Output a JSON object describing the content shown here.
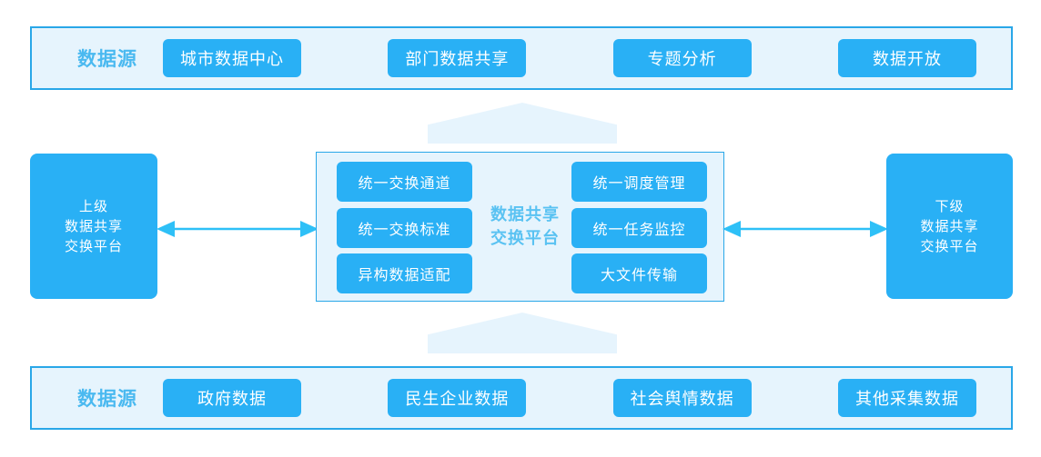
{
  "top_band": {
    "title": "数据源",
    "items": [
      {
        "label": "城市数据中心"
      },
      {
        "label": "部门数据共享"
      },
      {
        "label": "专题分析"
      },
      {
        "label": "数据开放"
      }
    ]
  },
  "bottom_band": {
    "title": "数据源",
    "items": [
      {
        "label": "政府数据"
      },
      {
        "label": "民生企业数据"
      },
      {
        "label": "社会舆情数据"
      },
      {
        "label": "其他采集数据"
      }
    ]
  },
  "left_platform": {
    "line1": "上级",
    "line2": "数据共享",
    "line3": "交换平台"
  },
  "right_platform": {
    "line1": "下级",
    "line2": "数据共享",
    "line3": "交换平台"
  },
  "center_panel": {
    "label_line1": "数据共享",
    "label_line2": "交换平台",
    "left_column": [
      {
        "label": "统一交换通道"
      },
      {
        "label": "统一交换标准"
      },
      {
        "label": "异构数据适配"
      }
    ],
    "right_column": [
      {
        "label": "统一调度管理"
      },
      {
        "label": "统一任务监控"
      },
      {
        "label": "大文件传输"
      }
    ]
  },
  "colors": {
    "accent_blue": "#29b0f5",
    "border_blue": "#29a7e8",
    "panel_fill": "#e6f4fd",
    "title_blue": "#4ab9f0",
    "center_label_blue": "#59c2f2",
    "arrow_blue": "#2ec0f7",
    "background": "#ffffff"
  }
}
